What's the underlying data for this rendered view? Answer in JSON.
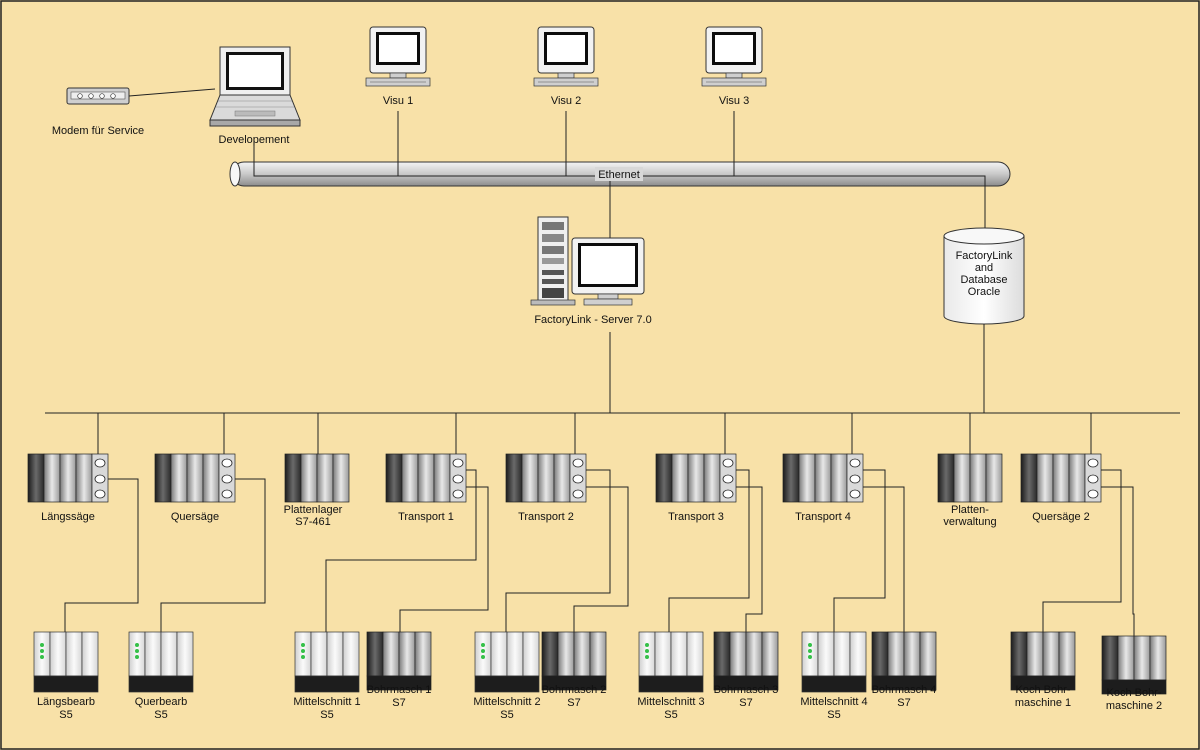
{
  "colors": {
    "background": "#f8e1a8",
    "lines": "#222222"
  },
  "network": {
    "bus_label": "Ethernet"
  },
  "workstations": [
    {
      "id": "modem",
      "label": "Modem für Service",
      "icon": "modem-icon"
    },
    {
      "id": "dev",
      "label": "Developement",
      "icon": "laptop-icon"
    },
    {
      "id": "visu1",
      "label": "Visu 1",
      "icon": "monitor-icon"
    },
    {
      "id": "visu2",
      "label": "Visu 2",
      "icon": "monitor-icon"
    },
    {
      "id": "visu3",
      "label": "Visu 3",
      "icon": "monitor-icon"
    }
  ],
  "server": {
    "label": "FactoryLink - Server 7.0",
    "icon": "server-workstation-icon"
  },
  "database": {
    "lines": [
      "FactoryLink",
      "and",
      "Database",
      "Oracle"
    ],
    "icon": "database-icon"
  },
  "upper_plcs": [
    {
      "id": "laengssaege",
      "lines": [
        "Längssäge"
      ]
    },
    {
      "id": "quersaege",
      "lines": [
        "Quersäge"
      ]
    },
    {
      "id": "plattenlager",
      "lines": [
        "Plattenlager",
        "S7-461"
      ]
    },
    {
      "id": "transport1",
      "lines": [
        "Transport 1"
      ]
    },
    {
      "id": "transport2",
      "lines": [
        "Transport 2"
      ]
    },
    {
      "id": "transport3",
      "lines": [
        "Transport 3"
      ]
    },
    {
      "id": "transport4",
      "lines": [
        "Transport 4"
      ]
    },
    {
      "id": "plattenverwaltung",
      "lines": [
        "Platten-",
        "verwaltung"
      ]
    },
    {
      "id": "quersaege2",
      "lines": [
        "Quersäge 2"
      ]
    }
  ],
  "lower_plcs": [
    {
      "id": "laengsbearb",
      "lines": [
        "Längsbearb",
        "S5"
      ]
    },
    {
      "id": "querbearb",
      "lines": [
        "Querbearb",
        "S5"
      ]
    },
    {
      "id": "mittelschnitt1",
      "lines": [
        "Mittelschnitt 1",
        "S5"
      ]
    },
    {
      "id": "bohrmasch1",
      "lines": [
        "Bohrmasch 1",
        "S7"
      ]
    },
    {
      "id": "mittelschnitt2",
      "lines": [
        "Mittelschnitt 2",
        "S5"
      ]
    },
    {
      "id": "bohrmasch2",
      "lines": [
        "Bohrmasch 2",
        "S7"
      ]
    },
    {
      "id": "mittelschnitt3",
      "lines": [
        "Mittelschnitt 3",
        "S5"
      ]
    },
    {
      "id": "bohrmasch3",
      "lines": [
        "Bohrmasch 3",
        "S7"
      ]
    },
    {
      "id": "mittelschnitt4",
      "lines": [
        "Mittelschnitt 4",
        "S5"
      ]
    },
    {
      "id": "bohrmasch4",
      "lines": [
        "Bohrmasch 4",
        "S7"
      ]
    },
    {
      "id": "kochbohr1",
      "lines": [
        "Koch Bohr-",
        "maschine 1"
      ]
    },
    {
      "id": "kochbohr2",
      "lines": [
        "Koch Bohr-",
        "maschine 2"
      ]
    }
  ]
}
